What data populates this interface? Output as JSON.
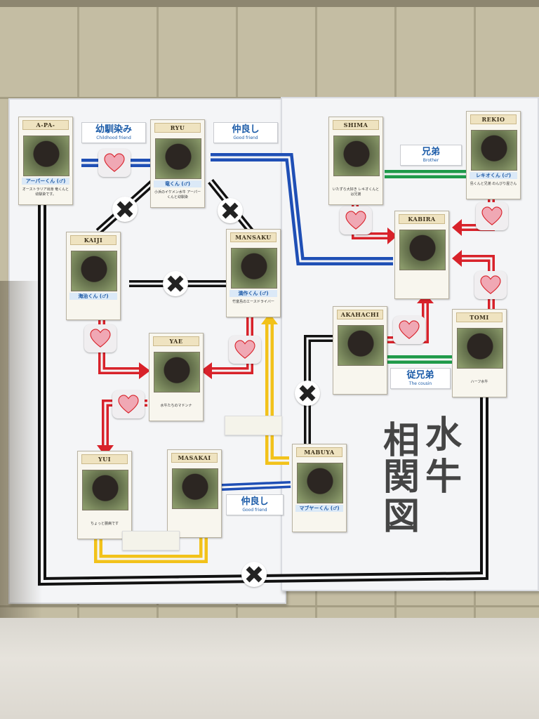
{
  "title": {
    "chars": [
      "水",
      "牛",
      "相",
      "関",
      "図"
    ]
  },
  "cards": [
    {
      "id": "apa",
      "name": "A-PA-",
      "label": "アーパーくん (♂)",
      "desc": "オーストラリア出身 竜くんと幼馴染です。"
    },
    {
      "id": "ryu",
      "name": "RYU",
      "label": "竜くん (♂)",
      "desc": "小浜のイケメン水牛 アーパーくんと幼馴染"
    },
    {
      "id": "kaiji",
      "name": "KAIJI",
      "label": "海治くん (♂)",
      "desc": ""
    },
    {
      "id": "mansaku",
      "name": "MANSAKU",
      "label": "満作くん (♂)",
      "desc": "竹富島のエースドライバー"
    },
    {
      "id": "yae",
      "name": "YAE",
      "label": "",
      "desc": "水牛たちのマドンナ"
    },
    {
      "id": "yui",
      "name": "YUI",
      "label": "",
      "desc": "ちょっと臆病です"
    },
    {
      "id": "masakai",
      "name": "MASAKAI",
      "label": "",
      "desc": ""
    },
    {
      "id": "shima",
      "name": "SHIMA",
      "label": "",
      "desc": "いたずら大好き レキオくんとは兄弟"
    },
    {
      "id": "rekio",
      "name": "REKIO",
      "label": "レキオくん (♂)",
      "desc": "島くんと兄弟 のんびり屋さん"
    },
    {
      "id": "kabira",
      "name": "KABIRA",
      "label": "",
      "desc": ""
    },
    {
      "id": "akahachi",
      "name": "AKAHACHI",
      "label": "",
      "desc": ""
    },
    {
      "id": "tomi",
      "name": "TOMI",
      "label": "",
      "desc": "ハーフ水牛"
    },
    {
      "id": "mabuya",
      "name": "MABUYA",
      "label": "マブヤーくん (♂)",
      "desc": ""
    }
  ],
  "tags": [
    {
      "id": "childhood",
      "main": "幼馴染み",
      "sub": "Childhood friend"
    },
    {
      "id": "goodfriend-top",
      "main": "仲良し",
      "sub": "Good friend"
    },
    {
      "id": "brother",
      "main": "兄弟",
      "sub": "Brother"
    },
    {
      "id": "cousin",
      "main": "従兄弟",
      "sub": "The cousin"
    },
    {
      "id": "goodfriend-bottom",
      "main": "仲良し",
      "sub": "Good friend"
    }
  ],
  "colors": {
    "black": "#111111",
    "blue": "#1f4fb5",
    "red": "#d8222a",
    "yellow": "#f2c21a",
    "green": "#1f9a4a",
    "heart": "#f0a8b4"
  },
  "icons": {
    "heart": "heart-icon",
    "cross": "cross-icon"
  }
}
